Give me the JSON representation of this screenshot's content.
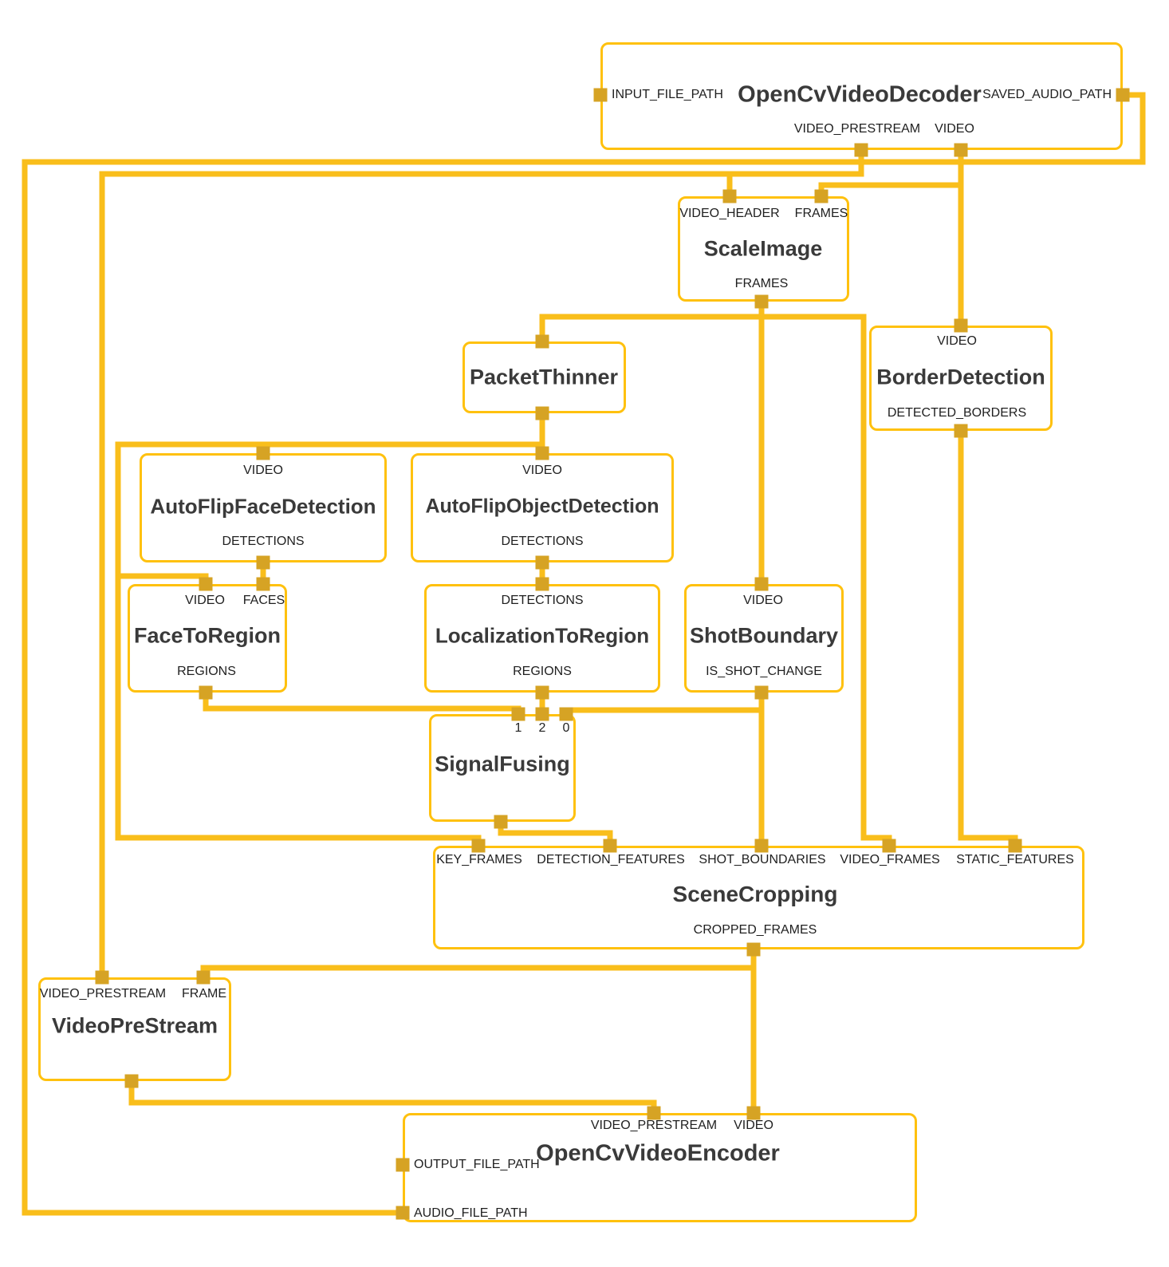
{
  "diagram": {
    "type": "mediapipe-graph",
    "colors": {
      "node_border": "#FFC10E",
      "edge": "#F9BE1B",
      "port": "#D6A324",
      "title_text": "#3a3a3a",
      "label_text": "#1f1f1f",
      "background": "#ffffff"
    },
    "nodes": [
      {
        "id": "opencv_video_decoder",
        "title": "OpenCvVideoDecoder",
        "side_inputs": [
          "INPUT_FILE_PATH",
          "SAVED_AUDIO_PATH"
        ],
        "inputs": [],
        "outputs": [
          "VIDEO_PRESTREAM",
          "VIDEO"
        ]
      },
      {
        "id": "scale_image",
        "title": "ScaleImage",
        "inputs": [
          "VIDEO_HEADER",
          "FRAMES"
        ],
        "outputs": [
          "FRAMES"
        ]
      },
      {
        "id": "packet_thinner",
        "title": "PacketThinner",
        "inputs": [],
        "outputs": []
      },
      {
        "id": "border_detection",
        "title": "BorderDetection",
        "inputs": [
          "VIDEO"
        ],
        "outputs": [
          "DETECTED_BORDERS"
        ]
      },
      {
        "id": "autoflip_face_detection",
        "title": "AutoFlipFaceDetection",
        "inputs": [
          "VIDEO"
        ],
        "outputs": [
          "DETECTIONS"
        ]
      },
      {
        "id": "autoflip_object_detection",
        "title": "AutoFlipObjectDetection",
        "inputs": [
          "VIDEO"
        ],
        "outputs": [
          "DETECTIONS"
        ]
      },
      {
        "id": "face_to_region",
        "title": "FaceToRegion",
        "inputs": [
          "VIDEO",
          "FACES"
        ],
        "outputs": [
          "REGIONS"
        ]
      },
      {
        "id": "localization_to_region",
        "title": "LocalizationToRegion",
        "inputs": [
          "DETECTIONS"
        ],
        "outputs": [
          "REGIONS"
        ]
      },
      {
        "id": "shot_boundary",
        "title": "ShotBoundary",
        "inputs": [
          "VIDEO"
        ],
        "outputs": [
          "IS_SHOT_CHANGE"
        ]
      },
      {
        "id": "signal_fusing",
        "title": "SignalFusing",
        "inputs": [
          "1",
          "2",
          "0"
        ],
        "outputs": []
      },
      {
        "id": "scene_cropping",
        "title": "SceneCropping",
        "inputs": [
          "KEY_FRAMES",
          "DETECTION_FEATURES",
          "SHOT_BOUNDARIES",
          "VIDEO_FRAMES",
          "STATIC_FEATURES"
        ],
        "outputs": [
          "CROPPED_FRAMES"
        ]
      },
      {
        "id": "video_pre_stream",
        "title": "VideoPreStream",
        "inputs": [
          "VIDEO_PRESTREAM",
          "FRAME"
        ],
        "outputs": []
      },
      {
        "id": "opencv_video_encoder",
        "title": "OpenCvVideoEncoder",
        "side_inputs": [
          "OUTPUT_FILE_PATH",
          "AUDIO_FILE_PATH"
        ],
        "inputs": [
          "VIDEO_PRESTREAM",
          "VIDEO"
        ],
        "outputs": []
      }
    ],
    "edges": [
      {
        "from": "OpenCvVideoDecoder.SAVED_AUDIO_PATH",
        "to": "OpenCvVideoEncoder.AUDIO_FILE_PATH"
      },
      {
        "from": "OpenCvVideoDecoder.VIDEO_PRESTREAM",
        "to": "ScaleImage.VIDEO_HEADER"
      },
      {
        "from": "OpenCvVideoDecoder.VIDEO_PRESTREAM",
        "to": "VideoPreStream.VIDEO_PRESTREAM"
      },
      {
        "from": "OpenCvVideoDecoder.VIDEO",
        "to": "ScaleImage.FRAMES"
      },
      {
        "from": "OpenCvVideoDecoder.VIDEO",
        "to": "BorderDetection.VIDEO"
      },
      {
        "from": "ScaleImage.FRAMES",
        "to": "PacketThinner.in"
      },
      {
        "from": "ScaleImage.FRAMES",
        "to": "ShotBoundary.VIDEO"
      },
      {
        "from": "ScaleImage.FRAMES",
        "to": "SceneCropping.VIDEO_FRAMES"
      },
      {
        "from": "PacketThinner.out",
        "to": "AutoFlipFaceDetection.VIDEO"
      },
      {
        "from": "PacketThinner.out",
        "to": "AutoFlipObjectDetection.VIDEO"
      },
      {
        "from": "PacketThinner.out",
        "to": "FaceToRegion.VIDEO"
      },
      {
        "from": "PacketThinner.out",
        "to": "SceneCropping.KEY_FRAMES"
      },
      {
        "from": "AutoFlipFaceDetection.DETECTIONS",
        "to": "FaceToRegion.FACES"
      },
      {
        "from": "AutoFlipObjectDetection.DETECTIONS",
        "to": "LocalizationToRegion.DETECTIONS"
      },
      {
        "from": "FaceToRegion.REGIONS",
        "to": "SignalFusing.1"
      },
      {
        "from": "LocalizationToRegion.REGIONS",
        "to": "SignalFusing.2"
      },
      {
        "from": "ShotBoundary.IS_SHOT_CHANGE",
        "to": "SignalFusing.0"
      },
      {
        "from": "ShotBoundary.IS_SHOT_CHANGE",
        "to": "SceneCropping.SHOT_BOUNDARIES"
      },
      {
        "from": "BorderDetection.DETECTED_BORDERS",
        "to": "SceneCropping.STATIC_FEATURES"
      },
      {
        "from": "SignalFusing.out",
        "to": "SceneCropping.DETECTION_FEATURES"
      },
      {
        "from": "SceneCropping.CROPPED_FRAMES",
        "to": "VideoPreStream.FRAME"
      },
      {
        "from": "SceneCropping.CROPPED_FRAMES",
        "to": "OpenCvVideoEncoder.VIDEO"
      },
      {
        "from": "VideoPreStream.out",
        "to": "OpenCvVideoEncoder.VIDEO_PRESTREAM"
      }
    ]
  }
}
